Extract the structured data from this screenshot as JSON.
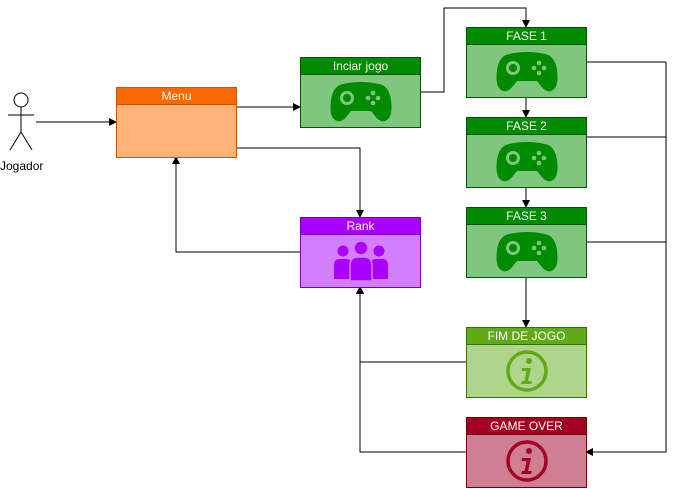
{
  "actor": {
    "label": "Jogador"
  },
  "nodes": {
    "menu": {
      "title": "Menu",
      "icon": "none",
      "head_color": "#fa6800",
      "body_color": "#ffb27a",
      "border": "#c75500"
    },
    "iniciar": {
      "title": "Inciar jogo",
      "icon": "gamepad-icon",
      "head_color": "#008a00",
      "body_color": "#7fc77f",
      "border": "#005700"
    },
    "fase1": {
      "title": "FASE 1",
      "icon": "gamepad-icon",
      "head_color": "#008a00",
      "body_color": "#7fc77f",
      "border": "#005700"
    },
    "fase2": {
      "title": "FASE 2",
      "icon": "gamepad-icon",
      "head_color": "#008a00",
      "body_color": "#7fc77f",
      "border": "#005700"
    },
    "fase3": {
      "title": "FASE 3",
      "icon": "gamepad-icon",
      "head_color": "#008a00",
      "body_color": "#7fc77f",
      "border": "#005700"
    },
    "rank": {
      "title": "Rank",
      "icon": "users-icon",
      "head_color": "#aa00ff",
      "body_color": "#d27fff",
      "border": "#7700b3"
    },
    "fim": {
      "title": "FIM DE JOGO",
      "icon": "info-icon",
      "head_color": "#60a917",
      "body_color": "#afd48b",
      "border": "#2d7600"
    },
    "gameover": {
      "title": "GAME OVER",
      "icon": "info-icon",
      "head_color": "#a20025",
      "body_color": "#d07f92",
      "border": "#6f0000"
    }
  },
  "icon_colors": {
    "gamepad": "#008a00",
    "users": "#aa00ff",
    "fim_info": "#60a917",
    "gameover_info": "#a20025"
  }
}
